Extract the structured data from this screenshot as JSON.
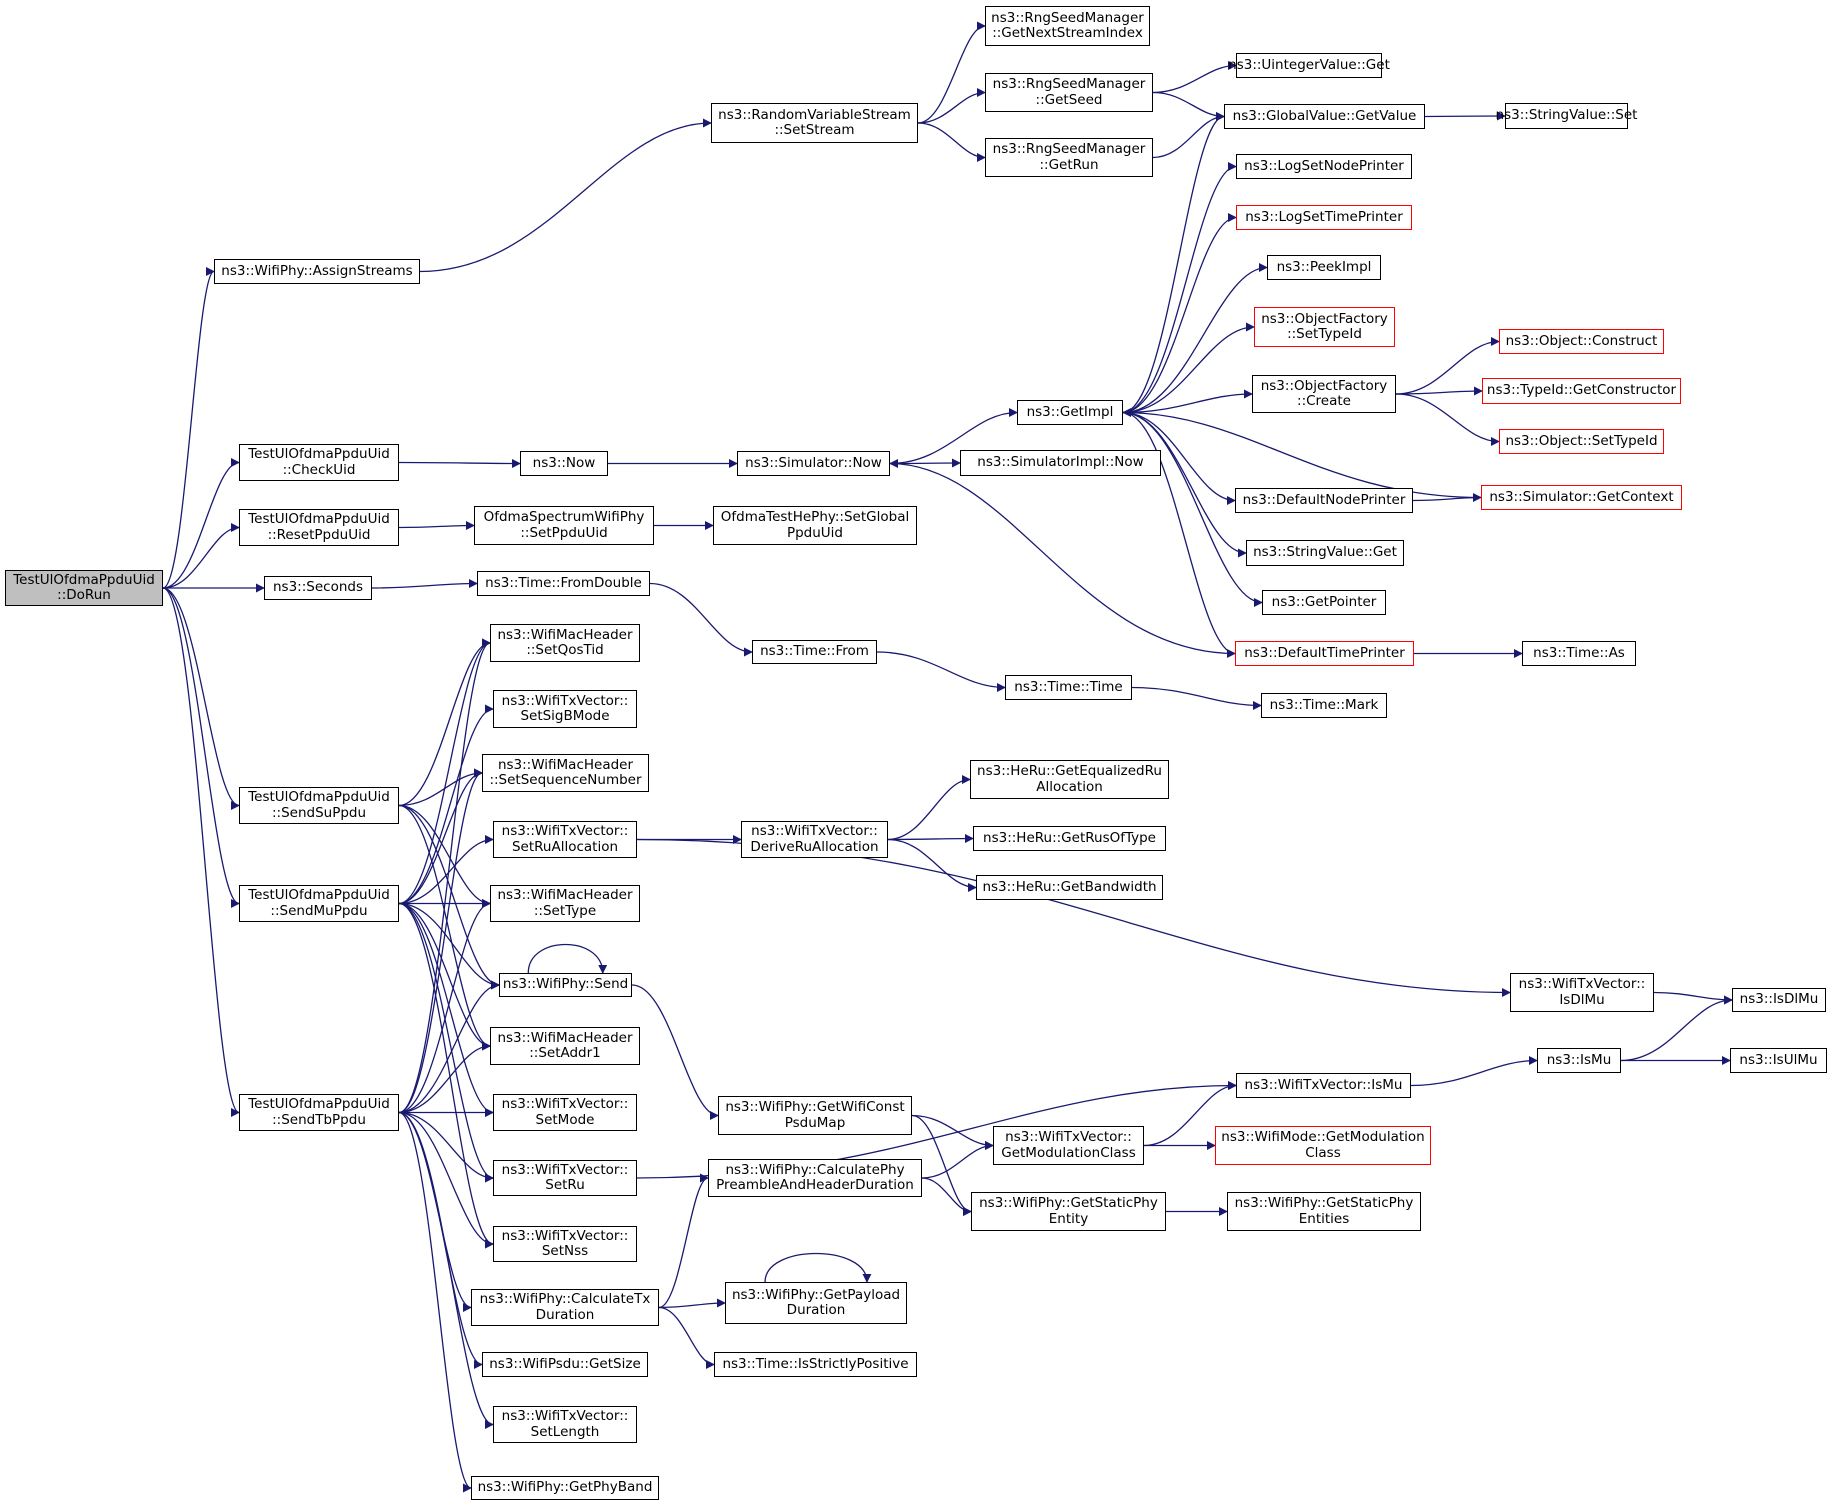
{
  "colors": {
    "edge": "#191970",
    "node_border": "#000000",
    "red_border": "#ff0000",
    "root_fill": "#bfbfbf"
  },
  "nodes": {
    "dorun": {
      "lines": [
        "TestUlOfdmaPpduUid",
        "::DoRun"
      ]
    },
    "assign": {
      "lines": [
        "ns3::WifiPhy::AssignStreams"
      ]
    },
    "checkuid": {
      "lines": [
        "TestUlOfdmaPpduUid",
        "::CheckUid"
      ]
    },
    "resetppdu": {
      "lines": [
        "TestUlOfdmaPpduUid",
        "::ResetPpduUid"
      ]
    },
    "seconds": {
      "lines": [
        "ns3::Seconds"
      ]
    },
    "sendsu": {
      "lines": [
        "TestUlOfdmaPpduUid",
        "::SendSuPpdu"
      ]
    },
    "sendmu": {
      "lines": [
        "TestUlOfdmaPpduUid",
        "::SendMuPpdu"
      ]
    },
    "sendtb": {
      "lines": [
        "TestUlOfdmaPpduUid",
        "::SendTbPpdu"
      ]
    },
    "rvsset": {
      "lines": [
        "ns3::RandomVariableStream",
        "::SetStream"
      ]
    },
    "now": {
      "lines": [
        "ns3::Now"
      ]
    },
    "ofdmaset": {
      "lines": [
        "OfdmaSpectrumWifiPhy",
        "::SetPpduUid"
      ]
    },
    "fromdouble": {
      "lines": [
        "ns3::Time::FromDouble"
      ]
    },
    "setqos": {
      "lines": [
        "ns3::WifiMacHeader",
        "::SetQosTid"
      ]
    },
    "setsigb": {
      "lines": [
        "ns3::WifiTxVector::",
        "SetSigBMode"
      ]
    },
    "setseq": {
      "lines": [
        "ns3::WifiMacHeader",
        "::SetSequenceNumber"
      ]
    },
    "setrualloc": {
      "lines": [
        "ns3::WifiTxVector::",
        "SetRuAllocation"
      ]
    },
    "settype": {
      "lines": [
        "ns3::WifiMacHeader",
        "::SetType"
      ]
    },
    "send": {
      "lines": [
        "ns3::WifiPhy::Send"
      ]
    },
    "setaddr1": {
      "lines": [
        "ns3::WifiMacHeader",
        "::SetAddr1"
      ]
    },
    "setmode": {
      "lines": [
        "ns3::WifiTxVector::",
        "SetMode"
      ]
    },
    "setru": {
      "lines": [
        "ns3::WifiTxVector::",
        "SetRu"
      ]
    },
    "setnss": {
      "lines": [
        "ns3::WifiTxVector::",
        "SetNss"
      ]
    },
    "calctx": {
      "lines": [
        "ns3::WifiPhy::CalculateTx",
        "Duration"
      ]
    },
    "psdusize": {
      "lines": [
        "ns3::WifiPsdu::GetSize"
      ]
    },
    "setlength": {
      "lines": [
        "ns3::WifiTxVector::",
        "SetLength"
      ]
    },
    "getphyband": {
      "lines": [
        "ns3::WifiPhy::GetPhyBand"
      ]
    },
    "simnow": {
      "lines": [
        "ns3::Simulator::Now"
      ]
    },
    "testhe": {
      "lines": [
        "OfdmaTestHePhy::SetGlobal",
        "PpduUid"
      ]
    },
    "timefrom": {
      "lines": [
        "ns3::Time::From"
      ]
    },
    "deriveru": {
      "lines": [
        "ns3::WifiTxVector::",
        "DeriveRuAllocation"
      ]
    },
    "getwifipsdu": {
      "lines": [
        "ns3::WifiPhy::GetWifiConst",
        "PsduMap"
      ]
    },
    "calcpreamble": {
      "lines": [
        "ns3::WifiPhy::CalculatePhy",
        "PreambleAndHeaderDuration"
      ]
    },
    "getpayload": {
      "lines": [
        "ns3::WifiPhy::GetPayload",
        "Duration"
      ]
    },
    "strictpos": {
      "lines": [
        "ns3::Time::IsStrictlyPositive"
      ]
    },
    "nextstream": {
      "lines": [
        "ns3::RngSeedManager",
        "::GetNextStreamIndex"
      ]
    },
    "getseed": {
      "lines": [
        "ns3::RngSeedManager",
        "::GetSeed"
      ]
    },
    "getrun": {
      "lines": [
        "ns3::RngSeedManager",
        "::GetRun"
      ]
    },
    "getimpl": {
      "lines": [
        "ns3::GetImpl"
      ]
    },
    "simimplnow": {
      "lines": [
        "ns3::SimulatorImpl::Now"
      ]
    },
    "timetime": {
      "lines": [
        "ns3::Time::Time"
      ]
    },
    "getequal": {
      "lines": [
        "ns3::HeRu::GetEqualizedRu",
        "Allocation"
      ]
    },
    "getrusof": {
      "lines": [
        "ns3::HeRu::GetRusOfType"
      ]
    },
    "getbw": {
      "lines": [
        "ns3::HeRu::GetBandwidth"
      ]
    },
    "getmodclass": {
      "lines": [
        "ns3::WifiTxVector::",
        "GetModulationClass"
      ]
    },
    "getstatic": {
      "lines": [
        "ns3::WifiPhy::GetStaticPhy",
        "Entity"
      ]
    },
    "uintget": {
      "lines": [
        "ns3::UintegerValue::Get"
      ]
    },
    "gvget": {
      "lines": [
        "ns3::GlobalValue::GetValue"
      ]
    },
    "lognode": {
      "lines": [
        "ns3::LogSetNodePrinter"
      ]
    },
    "logtime": {
      "lines": [
        "ns3::LogSetTimePrinter"
      ],
      "red": true
    },
    "peekimpl": {
      "lines": [
        "ns3::PeekImpl"
      ]
    },
    "ofsettype": {
      "lines": [
        "ns3::ObjectFactory",
        "::SetTypeId"
      ],
      "red": true
    },
    "ofcreate": {
      "lines": [
        "ns3::ObjectFactory",
        "::Create"
      ]
    },
    "defnode": {
      "lines": [
        "ns3::DefaultNodePrinter"
      ]
    },
    "svget": {
      "lines": [
        "ns3::StringValue::Get"
      ]
    },
    "getpointer": {
      "lines": [
        "ns3::GetPointer"
      ]
    },
    "deftime": {
      "lines": [
        "ns3::DefaultTimePrinter"
      ],
      "red": true
    },
    "timemark": {
      "lines": [
        "ns3::Time::Mark"
      ]
    },
    "isdlmuv": {
      "lines": [
        "ns3::WifiTxVector::",
        "IsDlMu"
      ]
    },
    "ismuv": {
      "lines": [
        "ns3::WifiTxVector::IsMu"
      ]
    },
    "modegetmod": {
      "lines": [
        "ns3::WifiMode::GetModulation",
        "Class"
      ],
      "red": true
    },
    "staticents": {
      "lines": [
        "ns3::WifiPhy::GetStaticPhy",
        "Entities"
      ]
    },
    "svset": {
      "lines": [
        "ns3::StringValue::Set"
      ]
    },
    "objconstruct": {
      "lines": [
        "ns3::Object::Construct"
      ],
      "red": true
    },
    "getctor": {
      "lines": [
        "ns3::TypeId::GetConstructor"
      ],
      "red": true
    },
    "objsettype": {
      "lines": [
        "ns3::Object::SetTypeId"
      ],
      "red": true
    },
    "simctx": {
      "lines": [
        "ns3::Simulator::GetContext"
      ],
      "red": true
    },
    "timeas": {
      "lines": [
        "ns3::Time::As"
      ]
    },
    "ismu": {
      "lines": [
        "ns3::IsMu"
      ]
    },
    "isdlmu": {
      "lines": [
        "ns3::IsDlMu"
      ]
    },
    "isulmu": {
      "lines": [
        "ns3::IsUlMu"
      ]
    }
  },
  "edges": [
    [
      "dorun",
      "assign"
    ],
    [
      "dorun",
      "checkuid"
    ],
    [
      "dorun",
      "resetppdu"
    ],
    [
      "dorun",
      "seconds"
    ],
    [
      "dorun",
      "sendsu"
    ],
    [
      "dorun",
      "sendmu"
    ],
    [
      "dorun",
      "sendtb"
    ],
    [
      "assign",
      "rvsset"
    ],
    [
      "rvsset",
      "nextstream"
    ],
    [
      "rvsset",
      "getseed"
    ],
    [
      "rvsset",
      "getrun"
    ],
    [
      "getseed",
      "uintget"
    ],
    [
      "getseed",
      "gvget"
    ],
    [
      "getrun",
      "gvget"
    ],
    [
      "gvget",
      "svset"
    ],
    [
      "checkuid",
      "now"
    ],
    [
      "now",
      "simnow"
    ],
    [
      "simnow",
      "getimpl"
    ],
    [
      "simnow",
      "simimplnow"
    ],
    [
      "getimpl",
      "gvget"
    ],
    [
      "getimpl",
      "lognode"
    ],
    [
      "getimpl",
      "logtime"
    ],
    [
      "getimpl",
      "peekimpl"
    ],
    [
      "getimpl",
      "ofsettype"
    ],
    [
      "getimpl",
      "ofcreate"
    ],
    [
      "getimpl",
      "defnode"
    ],
    [
      "getimpl",
      "svget"
    ],
    [
      "getimpl",
      "getpointer"
    ],
    [
      "getimpl",
      "deftime"
    ],
    [
      "ofcreate",
      "objconstruct"
    ],
    [
      "ofcreate",
      "getctor"
    ],
    [
      "ofcreate",
      "objsettype"
    ],
    [
      "defnode",
      "simctx"
    ],
    [
      "simctx",
      "getimpl"
    ],
    [
      "deftime",
      "simnow"
    ],
    [
      "deftime",
      "timeas"
    ],
    [
      "resetppdu",
      "ofdmaset"
    ],
    [
      "ofdmaset",
      "testhe"
    ],
    [
      "seconds",
      "fromdouble"
    ],
    [
      "fromdouble",
      "timefrom"
    ],
    [
      "timefrom",
      "timetime"
    ],
    [
      "timetime",
      "timemark"
    ],
    [
      "sendsu",
      "setqos"
    ],
    [
      "sendsu",
      "setseq"
    ],
    [
      "sendsu",
      "settype"
    ],
    [
      "sendsu",
      "send"
    ],
    [
      "sendsu",
      "setaddr1"
    ],
    [
      "sendmu",
      "setqos"
    ],
    [
      "sendmu",
      "setsigb"
    ],
    [
      "sendmu",
      "setseq"
    ],
    [
      "sendmu",
      "setrualloc"
    ],
    [
      "sendmu",
      "settype"
    ],
    [
      "sendmu",
      "send"
    ],
    [
      "sendmu",
      "setaddr1"
    ],
    [
      "sendmu",
      "setmode"
    ],
    [
      "sendmu",
      "setru"
    ],
    [
      "sendmu",
      "setnss"
    ],
    [
      "sendtb",
      "setqos"
    ],
    [
      "sendtb",
      "setseq"
    ],
    [
      "sendtb",
      "settype"
    ],
    [
      "sendtb",
      "send"
    ],
    [
      "sendtb",
      "setaddr1"
    ],
    [
      "sendtb",
      "setmode"
    ],
    [
      "sendtb",
      "setru"
    ],
    [
      "sendtb",
      "setnss"
    ],
    [
      "sendtb",
      "calctx"
    ],
    [
      "sendtb",
      "psdusize"
    ],
    [
      "sendtb",
      "setlength"
    ],
    [
      "sendtb",
      "getphyband"
    ],
    [
      "send",
      "send"
    ],
    [
      "send",
      "getwifipsdu"
    ],
    [
      "setrualloc",
      "deriveru"
    ],
    [
      "setrualloc",
      "isdlmuv"
    ],
    [
      "deriveru",
      "getequal"
    ],
    [
      "deriveru",
      "getrusof"
    ],
    [
      "deriveru",
      "getbw"
    ],
    [
      "setru",
      "ismuv"
    ],
    [
      "getwifipsdu",
      "getmodclass"
    ],
    [
      "getwifipsdu",
      "getstatic"
    ],
    [
      "calctx",
      "calcpreamble"
    ],
    [
      "calctx",
      "getpayload"
    ],
    [
      "calctx",
      "strictpos"
    ],
    [
      "getpayload",
      "getpayload"
    ],
    [
      "calcpreamble",
      "getmodclass"
    ],
    [
      "calcpreamble",
      "getstatic"
    ],
    [
      "getmodclass",
      "ismuv"
    ],
    [
      "getmodclass",
      "modegetmod"
    ],
    [
      "getstatic",
      "staticents"
    ],
    [
      "ismuv",
      "ismu"
    ],
    [
      "isdlmuv",
      "isdlmu"
    ],
    [
      "ismu",
      "isdlmu"
    ],
    [
      "ismu",
      "isulmu"
    ]
  ]
}
